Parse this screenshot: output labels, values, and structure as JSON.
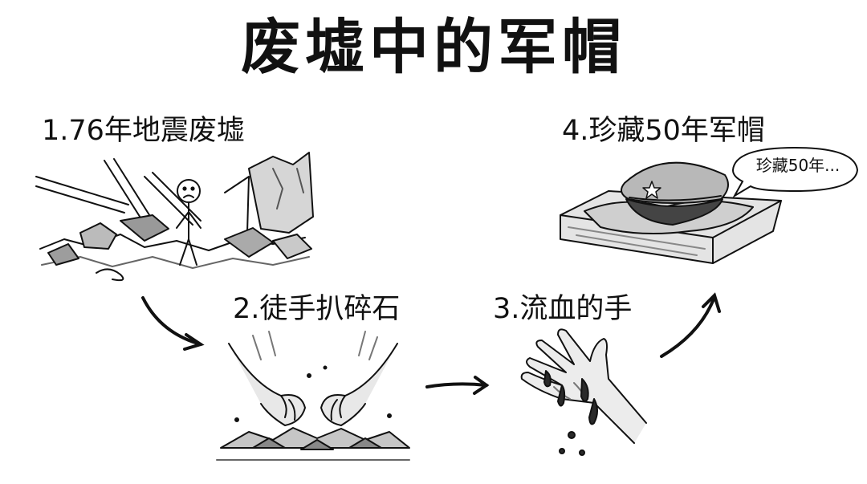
{
  "title": "废墟中的军帽",
  "steps": [
    {
      "label": "1.76年地震废墟",
      "scene": "earthquake-ruins"
    },
    {
      "label": "2.徒手扒碎石",
      "scene": "hands-digging-rubble"
    },
    {
      "label": "3.流血的手",
      "scene": "bleeding-hand"
    },
    {
      "label": "4.珍藏50年军帽",
      "scene": "military-cap-on-box"
    }
  ],
  "speech_bubble": "珍藏50年...",
  "colors": {
    "ink": "#111111",
    "shade": "#8a8a8a",
    "light": "#d6d6d6",
    "blood": "#2a2a2a"
  }
}
